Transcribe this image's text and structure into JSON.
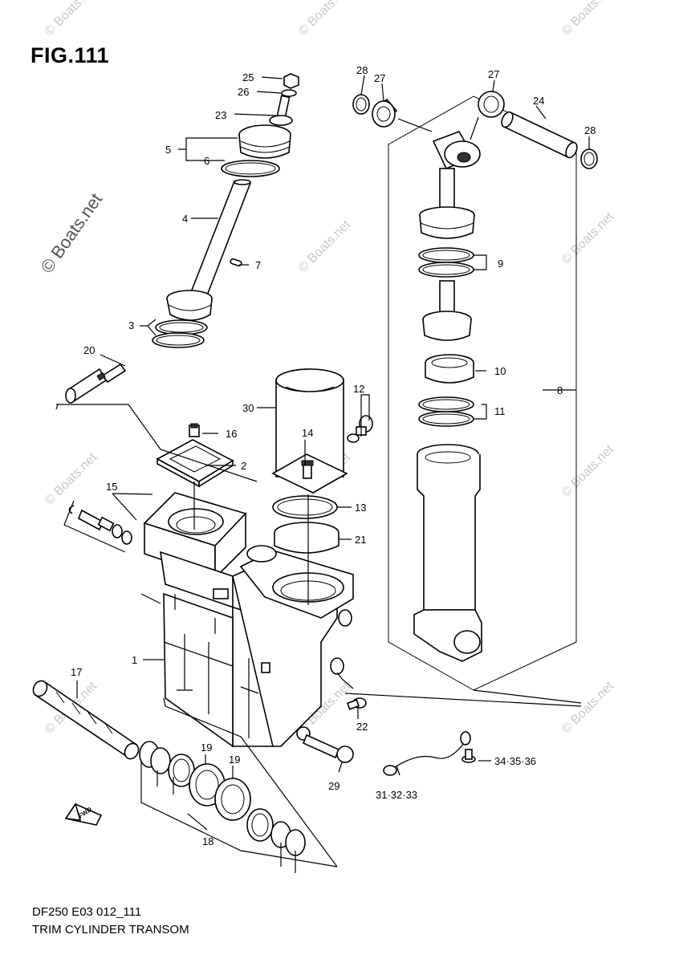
{
  "figure": {
    "title": "FIG.111"
  },
  "footer": {
    "code": "DF250 E03 012_111",
    "name": "TRIM CYLINDER TRANSOM"
  },
  "watermark": {
    "side_text": "© Boats.net",
    "repeat_text": "© Boats.net"
  },
  "fwd_label": "FWD",
  "callouts": {
    "c1": "1",
    "c2": "2",
    "c3": "3",
    "c4": "4",
    "c5": "5",
    "c6": "6",
    "c7": "7",
    "c8": "8",
    "c9": "9",
    "c10": "10",
    "c11": "11",
    "c12": "12",
    "c13": "13",
    "c14": "14",
    "c15": "15",
    "c16": "16",
    "c17": "17",
    "c18": "18",
    "c19a": "19",
    "c19b": "19",
    "c20": "20",
    "c21": "21",
    "c22": "22",
    "c23": "23",
    "c24": "24",
    "c25": "25",
    "c26": "26",
    "c27a": "27",
    "c27b": "27",
    "c28a": "28",
    "c28b": "28",
    "c29": "29",
    "c30": "30",
    "c31": "31·32·33",
    "c34": "34·35·36"
  }
}
